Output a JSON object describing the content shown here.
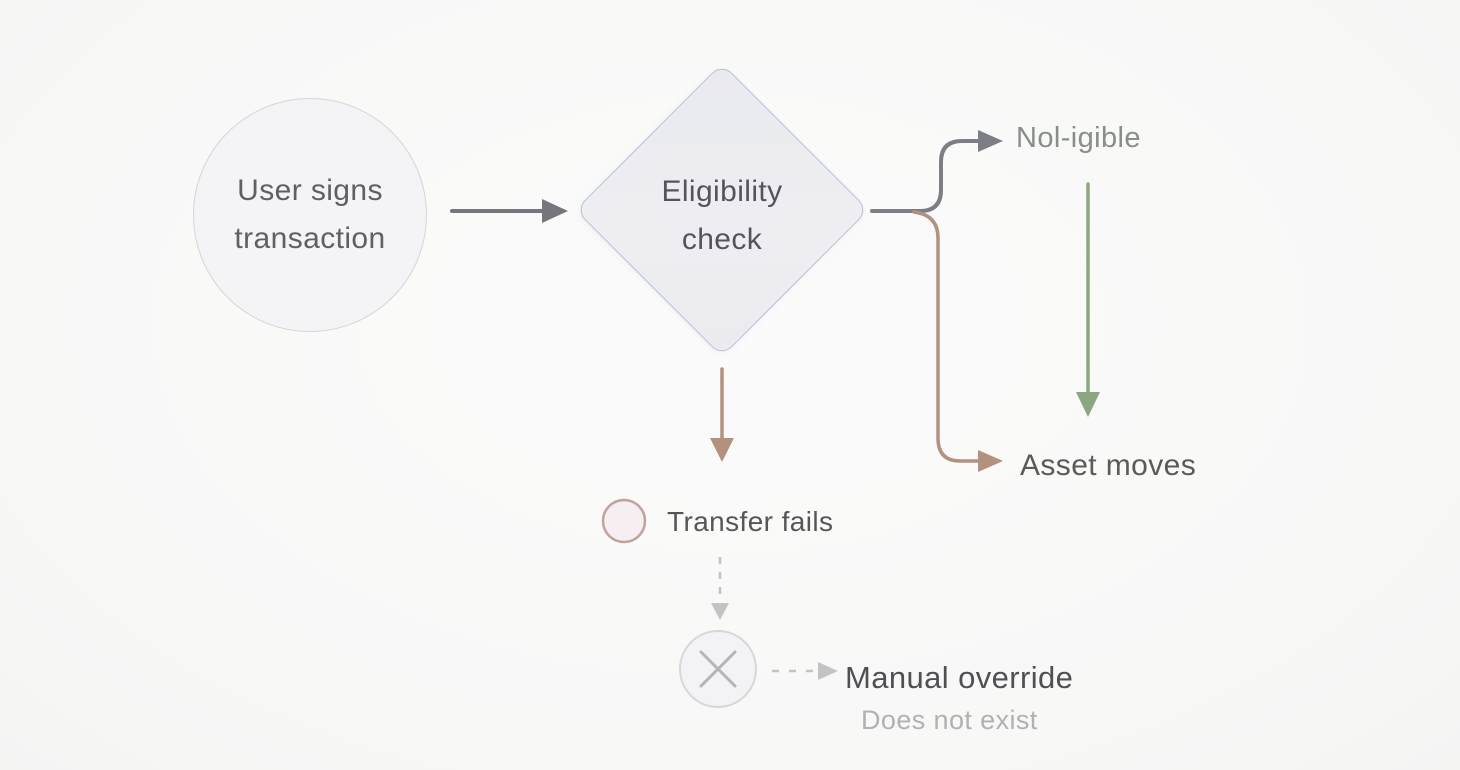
{
  "diagram": {
    "nodes": {
      "start": {
        "line1": "User signs",
        "line2": "transaction"
      },
      "decision": {
        "line1": "Eligibility",
        "line2": "check"
      },
      "not_eligible": {
        "label": "Nol-igible"
      },
      "asset_moves": {
        "label": "Asset moves"
      },
      "transfer_fails": {
        "label": "Transfer fails"
      },
      "manual_override": {
        "label": "Manual override",
        "note": "Does not exist"
      }
    },
    "colors": {
      "background": "#fafafa",
      "start_fill": "#f4f4f6",
      "start_border": "#d5d5d9",
      "diamond_fill": "#ebecf1",
      "diamond_border": "#b7bfd8",
      "text_dark": "#55565b",
      "text_muted": "#b1b1b3",
      "text_gray_green": "#878f88",
      "connector_gray": "#76767c",
      "connector_dark": "#7b7e84",
      "connector_brown": "#b3917f",
      "connector_green": "#8ca67f",
      "connector_dashed": "#c3c3c5",
      "fail_circle_border": "#c0a39c",
      "fail_circle_fill": "#f6eef0",
      "x_circle_border": "#d7d7da",
      "x_circle_fill": "#f3f3f5",
      "x_mark": "#b4b4b6"
    }
  }
}
